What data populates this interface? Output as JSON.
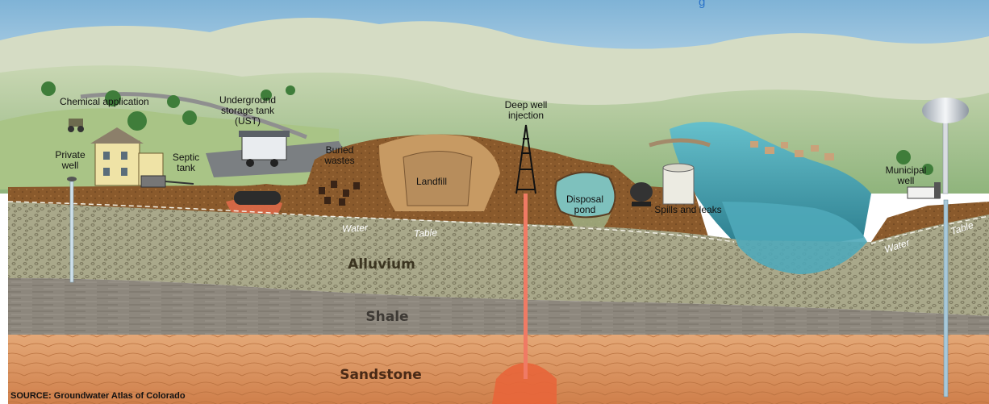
{
  "labels": {
    "chemical_application": "Chemical application",
    "private_well": "Private well",
    "septic_tank": "Septic tank",
    "underground_storage_tank": "Underground storage tank (UST)",
    "buried_wastes": "Buried wastes",
    "landfill": "Landfill",
    "deep_well_injection": "Deep well injection",
    "disposal_pond": "Disposal pond",
    "spills_and_leaks": "Spills and leaks",
    "municipal_well": "Municipal well"
  },
  "water_table": {
    "left_1": "Water",
    "left_2": "Table",
    "right_1": "Water",
    "right_2": "Table"
  },
  "layers": {
    "alluvium": "Alluvium",
    "shale": "Shale",
    "sandstone": "Sandstone"
  },
  "source": "SOURCE: Groundwater Atlas of Colorado",
  "top_link_fragment": "g",
  "colors": {
    "sky": "#a9cde6",
    "alluvium": "#a6a487",
    "shale": "#8c867c",
    "sandstone": "#d69462",
    "topsoil": "#8a5a2c",
    "river": "#4aa8b8",
    "contaminant": "#e06a4a"
  }
}
